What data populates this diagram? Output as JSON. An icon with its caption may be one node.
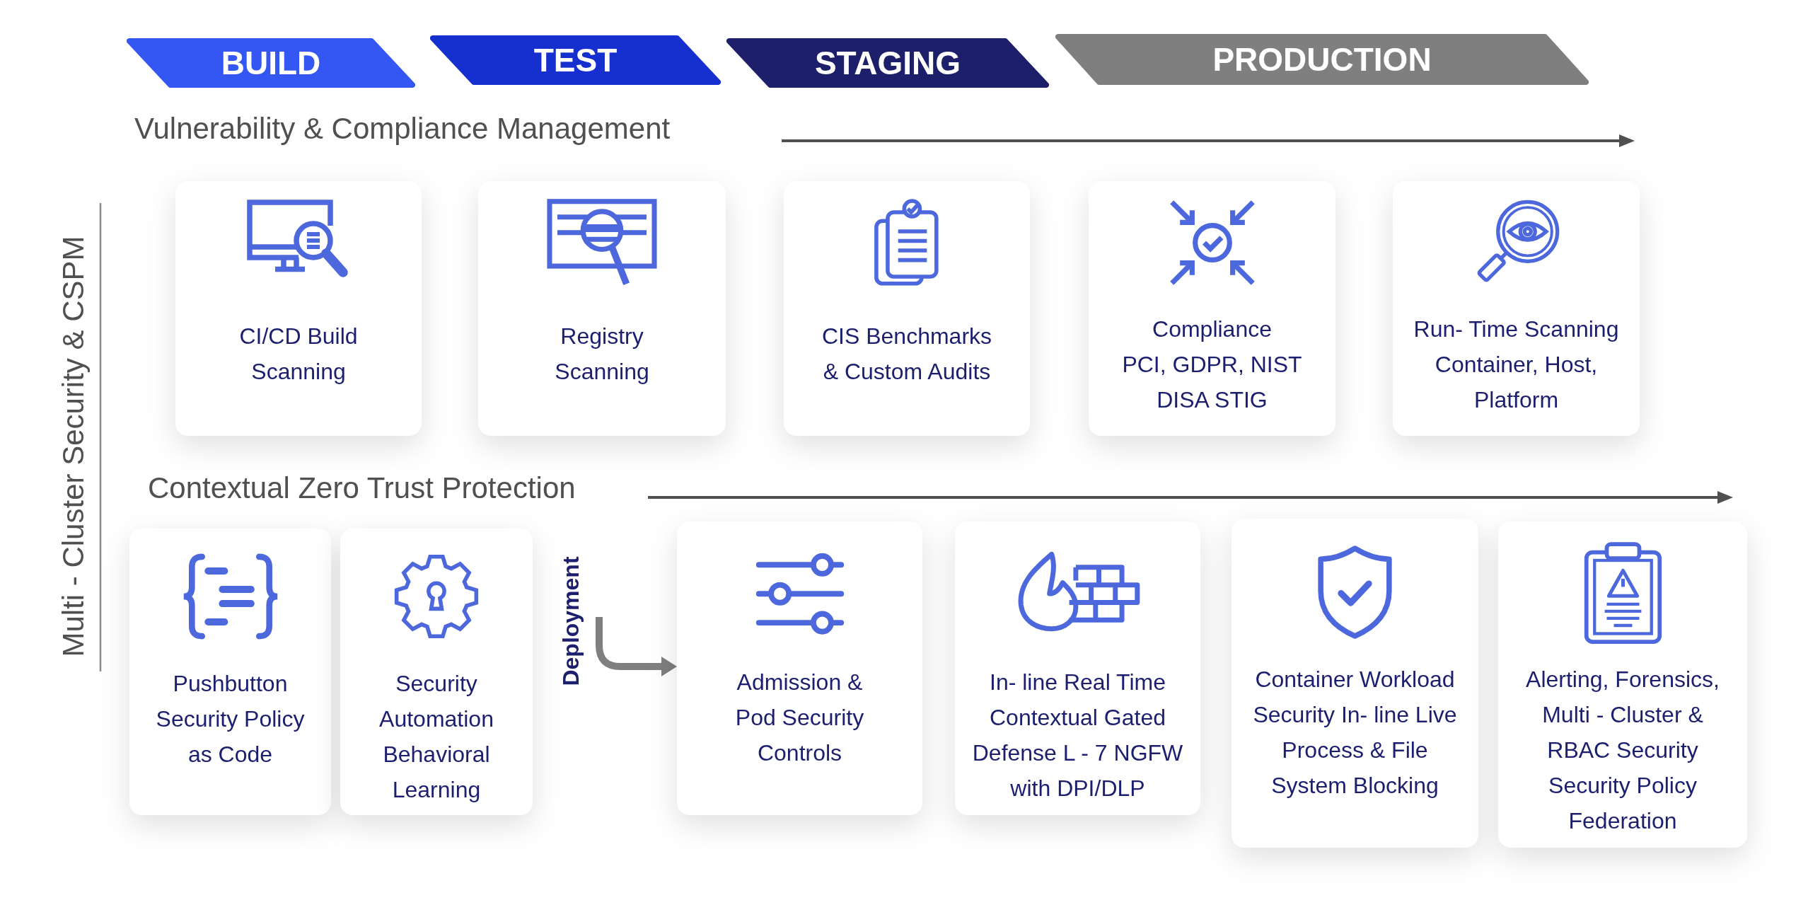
{
  "diagram": {
    "nodes": [
      {
        "text": [
          "BUILD"
        ]
      },
      {
        "text": [
          "TEST"
        ]
      },
      {
        "text": [
          "STAGING"
        ]
      },
      {
        "text": [
          "PRODUCTION"
        ]
      },
      {
        "text": [
          "CI/CD Build Scanning"
        ]
      },
      {
        "text": [
          "Registry Scanning"
        ]
      },
      {
        "text": [
          "CIS Benchmarks & Custom Audits"
        ]
      },
      {
        "text": [
          "Compliance",
          "PCI, GDPR, NIST DISA STIG"
        ]
      },
      {
        "text": [
          "Run- Time Scanning",
          "Container, Host, Platform"
        ]
      },
      {
        "text": [
          "Pushbutton Security Policy as Code"
        ]
      },
      {
        "text": [
          "Security Automation Behavioral Learning"
        ]
      },
      {
        "text": [
          "Admission & Pod Security Controls"
        ]
      },
      {
        "text": [
          "In- line Real Time Contextual Gated Defense L - 7 NGFW with DPI/DLP"
        ]
      },
      {
        "text": [
          "Container Workload Security In- line Live Process & File System Blocking"
        ]
      },
      {
        "text": [
          "Alerting, Forensics, Multi - Cluster & RBAC Security Security Policy Federation"
        ]
      }
    ],
    "edges": [
      {
        "from": null,
        "to": 11,
        "arrow": "to",
        "label": "Deployment"
      }
    ],
    "labels": [
      "Vulnerability & Compliance Management",
      "Multi - Cluster Security & CSPM",
      "Contextual Zero Trust Protection"
    ]
  }
}
